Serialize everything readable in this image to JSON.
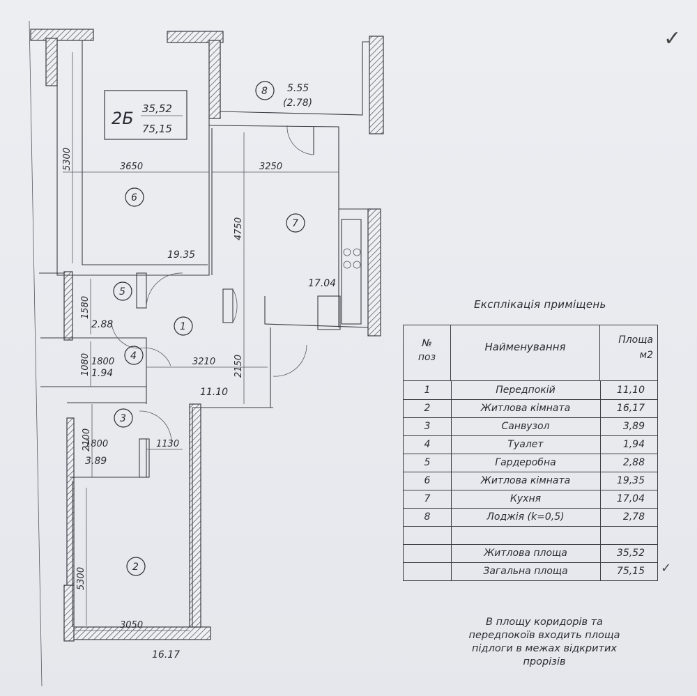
{
  "apartment": {
    "code": "2Б",
    "living_area": "35,52",
    "total_area": "75,15"
  },
  "rooms": [
    {
      "num": "1",
      "area": "11.10"
    },
    {
      "num": "2",
      "area": "16.17"
    },
    {
      "num": "3",
      "area": "3.89"
    },
    {
      "num": "4",
      "area": "1.94"
    },
    {
      "num": "5",
      "area": "2.88"
    },
    {
      "num": "6",
      "area": "19.35"
    },
    {
      "num": "7",
      "area": "17.04"
    },
    {
      "num": "8",
      "area": "5.55",
      "area2": "(2.78)"
    }
  ],
  "dimensions": {
    "d3650": "3650",
    "d3250": "3250",
    "d5300a": "5300",
    "d4750": "4750",
    "d1580": "1580",
    "d1080": "1080",
    "d1800a": "1800",
    "d3210": "3210",
    "d2150": "2150",
    "d2100": "2100",
    "d1800b": "1800",
    "d1130": "1130",
    "d5300b": "5300",
    "d3050": "3050"
  },
  "legend": {
    "title": "Експлікація приміщень",
    "head_num": "№\nпоз",
    "head_num_a": "№",
    "head_num_b": "поз",
    "head_name": "Найменування",
    "head_area_a": "Площа",
    "head_area_b": "м2",
    "rows": [
      {
        "num": "1",
        "name": "Передпокій",
        "area": "11,10"
      },
      {
        "num": "2",
        "name": "Житлова кімната",
        "area": "16,17"
      },
      {
        "num": "3",
        "name": "Санвузол",
        "area": "3,89"
      },
      {
        "num": "4",
        "name": "Туалет",
        "area": "1,94"
      },
      {
        "num": "5",
        "name": "Гардеробна",
        "area": "2,88"
      },
      {
        "num": "6",
        "name": "Житлова кімната",
        "area": "19,35"
      },
      {
        "num": "7",
        "name": "Кухня",
        "area": "17,04"
      },
      {
        "num": "8",
        "name": "Лоджія (k=0,5)",
        "area": "2,78"
      }
    ],
    "living_label": "Житлова площа",
    "living_value": "35,52",
    "total_label": "Загальна площа",
    "total_value": "75,15"
  },
  "note": {
    "line1": "В площу коридорів та",
    "line2": "передпокоїв входить площа",
    "line3": "підлоги в межах відкритих",
    "line4": "прорізів"
  },
  "colors": {
    "paper": "#e9eaee",
    "ink": "#2a2c33"
  }
}
